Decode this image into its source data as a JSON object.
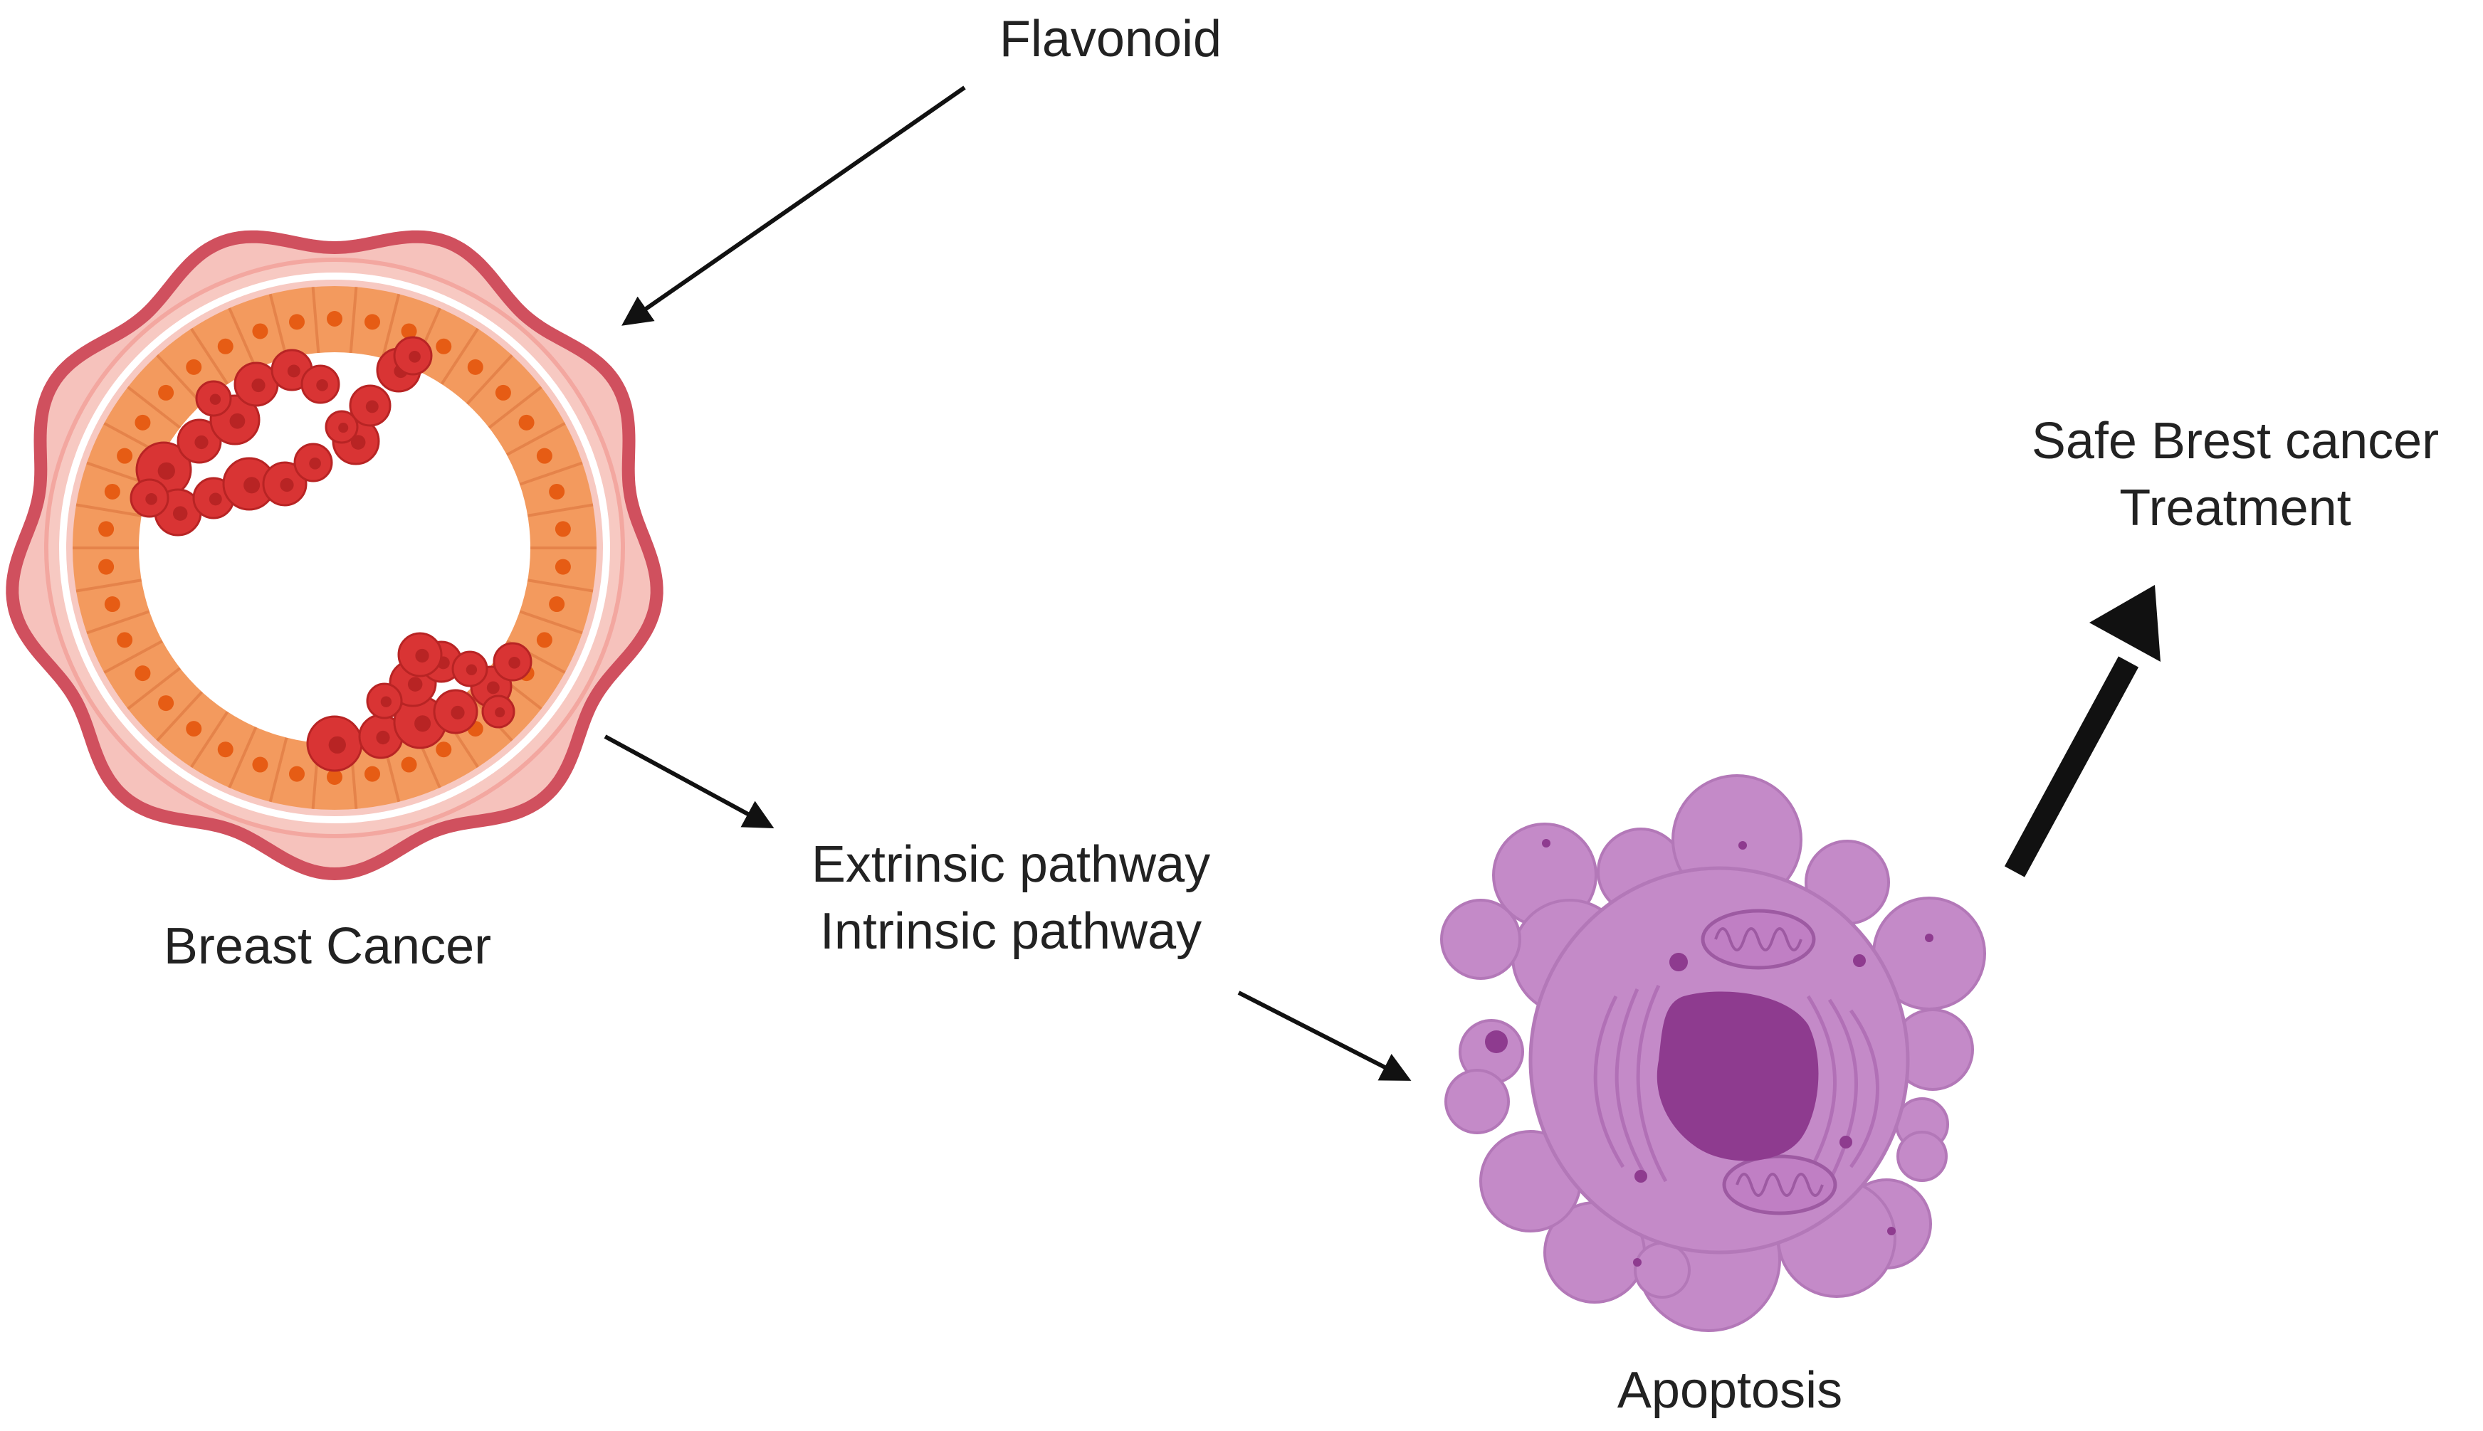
{
  "labels": {
    "flavonoid": "Flavonoid",
    "breast_cancer": "Breast Cancer",
    "pathway_1": "Extrinsic pathway",
    "pathway_2": "Intrinsic pathway",
    "apoptosis": "Apoptosis",
    "outcome_line_1": "Safe Brest cancer",
    "outcome_line_2": "Treatment"
  },
  "icons": {
    "tumor": "breast-tumor-duct-cross-section",
    "apoptotic_cell": "apoptotic-cell-with-blebs"
  },
  "colors": {
    "duct_wall": "#d0505e",
    "duct_inner": "#f5b8b3",
    "epithelium": "#f39a5e",
    "nucleus": "#e65c14",
    "tumor_cell": "#d93434",
    "tumor_dark": "#b82424",
    "cell_body": "#c48ac8",
    "cell_stroke": "#a868ad",
    "cell_nucleus": "#8e3b8f",
    "arrow": "#111111"
  }
}
